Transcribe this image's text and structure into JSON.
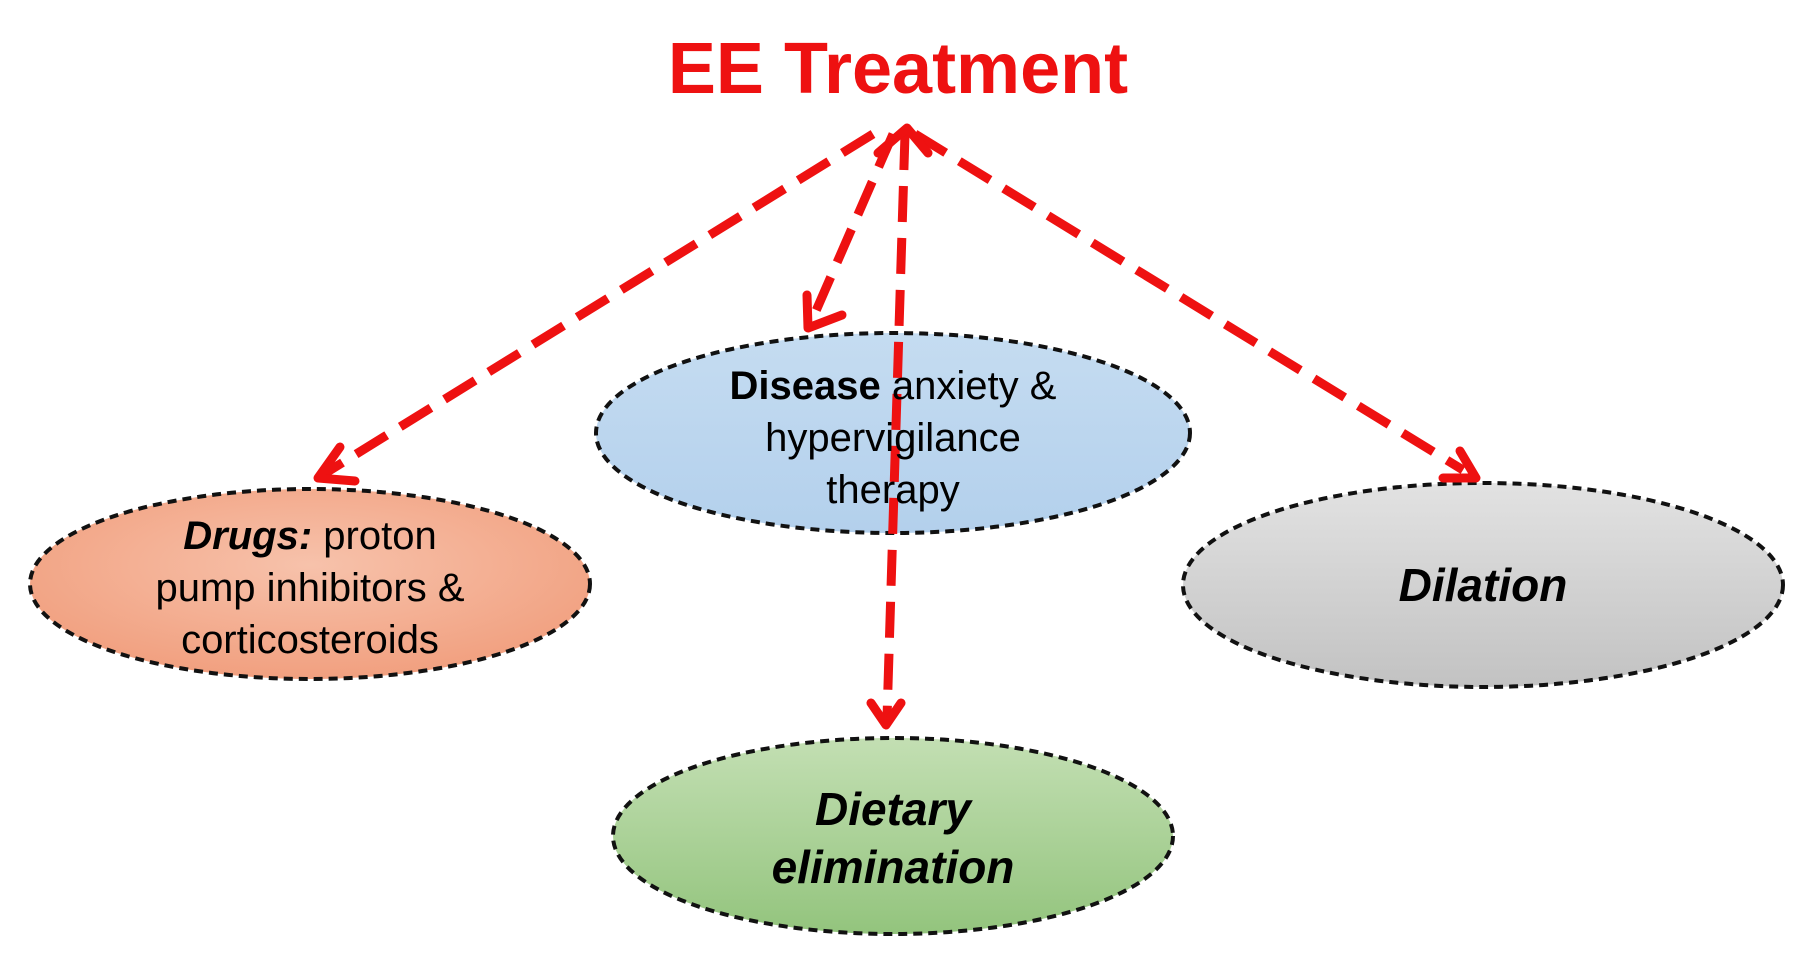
{
  "title": "EE Treatment",
  "colors": {
    "accent": "#ee1111",
    "drugs_fill": "#f4a98b",
    "disease_fill": "#bcd6ee",
    "dilation_fill": "#cfcfcf",
    "dietary_fill": "#a9d096",
    "node_border": "#111111"
  },
  "nodes": {
    "drugs": {
      "lead": "Drugs:",
      "text_1": " proton",
      "text_2": "pump inhibitors &",
      "text_3": "corticosteroids"
    },
    "disease": {
      "lead": "Disease",
      "text_1": " anxiety &",
      "text_2": "hypervigilance",
      "text_3": "therapy"
    },
    "dilation": {
      "label": "Dilation"
    },
    "dietary": {
      "label_1": "Dietary",
      "label_2": "elimination"
    }
  }
}
